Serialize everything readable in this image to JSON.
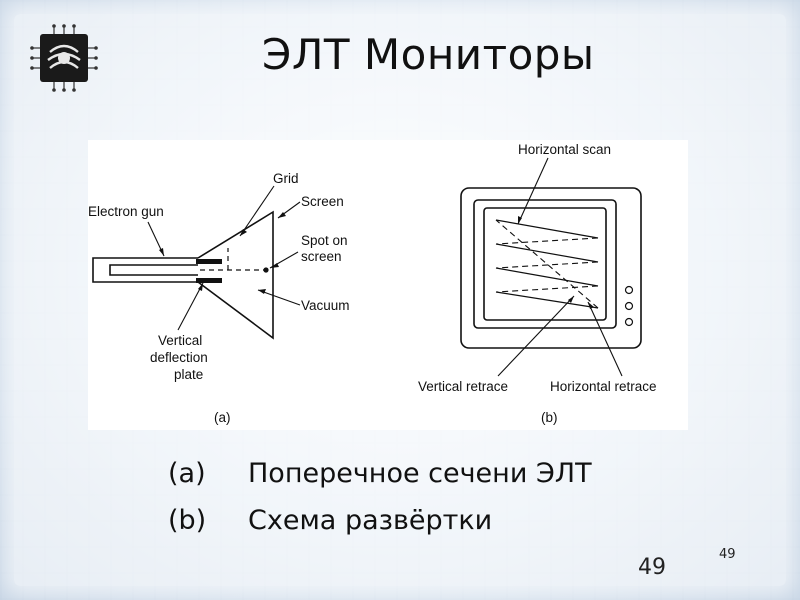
{
  "title": "ЭЛТ Мониторы",
  "diagram_a": {
    "labels": {
      "grid": "Grid",
      "screen": "Screen",
      "electron_gun": "Electron gun",
      "spot_on": "Spot on",
      "spot_screen": "screen",
      "vacuum": "Vacuum",
      "vertical": "Vertical",
      "deflection": "deflection",
      "plate": "plate"
    },
    "tag": "(a)"
  },
  "diagram_b": {
    "labels": {
      "horizontal_scan": "Horizontal scan",
      "vertical_retrace": "Vertical retrace",
      "horizontal_retrace": "Horizontal retrace"
    },
    "tag": "(b)"
  },
  "captions": [
    {
      "label": "(a)",
      "text": "Поперечное сечени ЭЛТ"
    },
    {
      "label": "(b)",
      "text": "Схема развёртки"
    }
  ],
  "page_number": "49",
  "page_number_small": "49"
}
